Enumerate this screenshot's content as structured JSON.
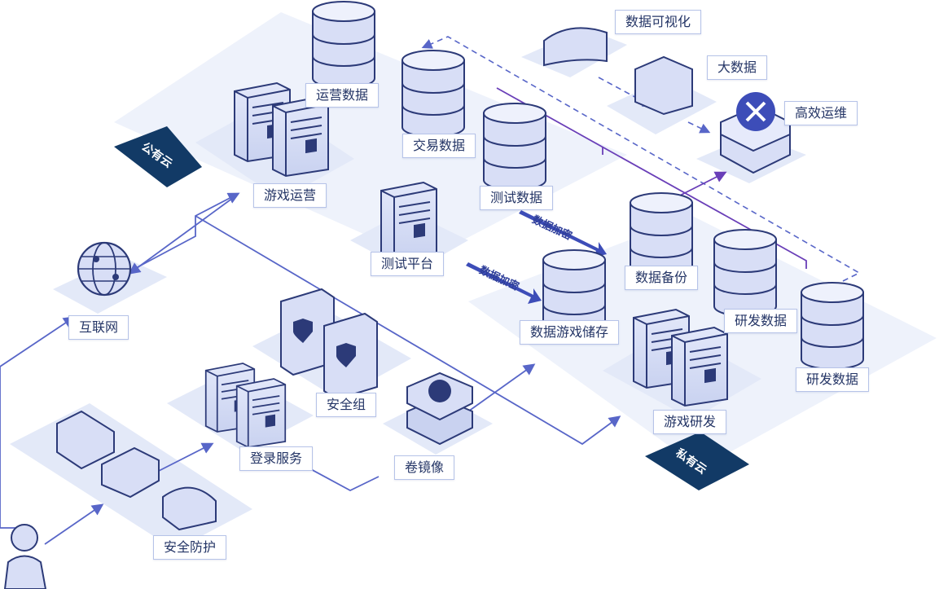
{
  "zones": {
    "public_cloud": "公有云",
    "private_cloud": "私有云"
  },
  "nodes": {
    "ops_data": "运营数据",
    "trade_data": "交易数据",
    "test_data": "测试数据",
    "game_ops": "游戏运营",
    "test_platform": "测试平台",
    "internet": "互联网",
    "data_viz": "数据可视化",
    "big_data": "大数据",
    "efficient_ops": "高效运维",
    "data_backup": "数据备份",
    "rnd_data_1": "研发数据",
    "rnd_data_2": "研发数据",
    "game_data_storage": "数据游戏储存",
    "game_rnd": "游戏研发",
    "security_group": "安全组",
    "login_service": "登录服务",
    "volume_image": "卷镜像",
    "security_protection": "安全防护"
  },
  "arrows": {
    "encrypt_1": "数据加密",
    "encrypt_2": "数据加密"
  },
  "colors": {
    "platform": "#e9eef9",
    "line": "#5866c8",
    "purple": "#6a3fb8",
    "zone_tag": "#123a66",
    "label_border": "#b6c3e8"
  }
}
